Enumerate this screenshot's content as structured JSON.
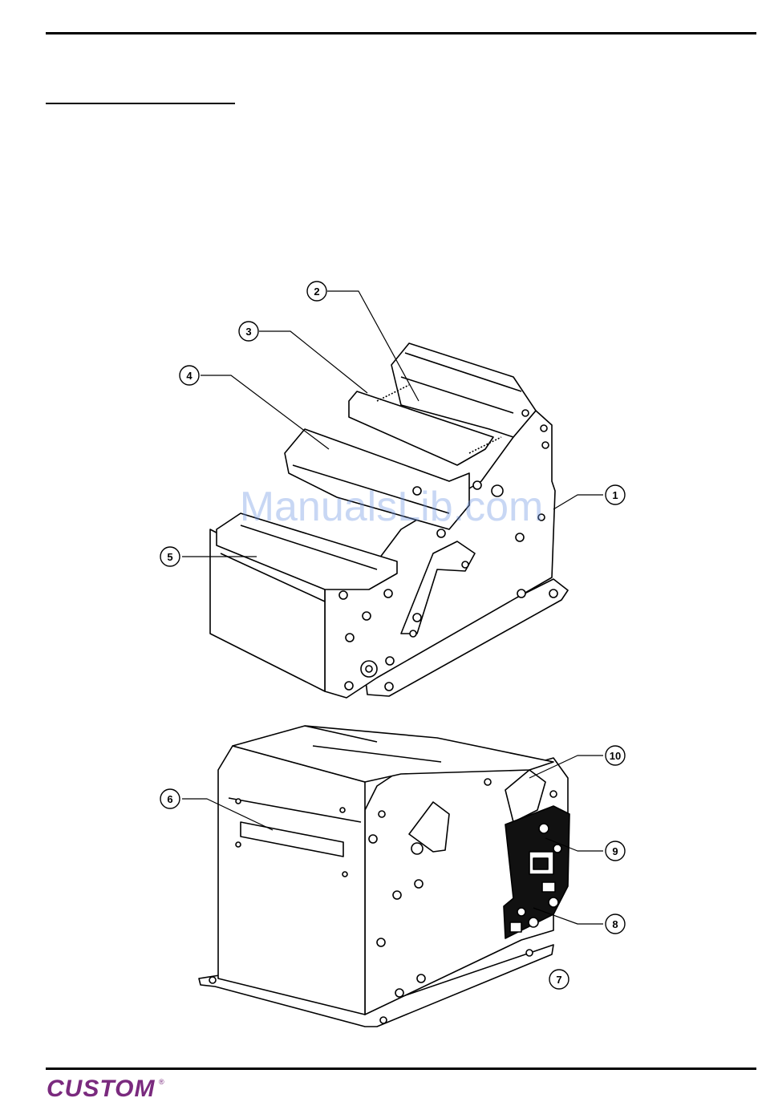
{
  "callouts": [
    {
      "id": "callout-1",
      "label": "1"
    },
    {
      "id": "callout-2",
      "label": "2"
    },
    {
      "id": "callout-3",
      "label": "3"
    },
    {
      "id": "callout-4",
      "label": "4"
    },
    {
      "id": "callout-5",
      "label": "5"
    },
    {
      "id": "callout-6",
      "label": "6"
    },
    {
      "id": "callout-7",
      "label": "7"
    },
    {
      "id": "callout-8",
      "label": "8"
    },
    {
      "id": "callout-9",
      "label": "9"
    },
    {
      "id": "callout-10",
      "label": "10"
    }
  ],
  "watermark": "ManualsLib.com",
  "footer": {
    "logo_text": "CUSTOM",
    "logo_mark": "®"
  },
  "colors": {
    "logo": "#7a2a7e",
    "watermark": "#6e96e1",
    "line": "#000000"
  }
}
